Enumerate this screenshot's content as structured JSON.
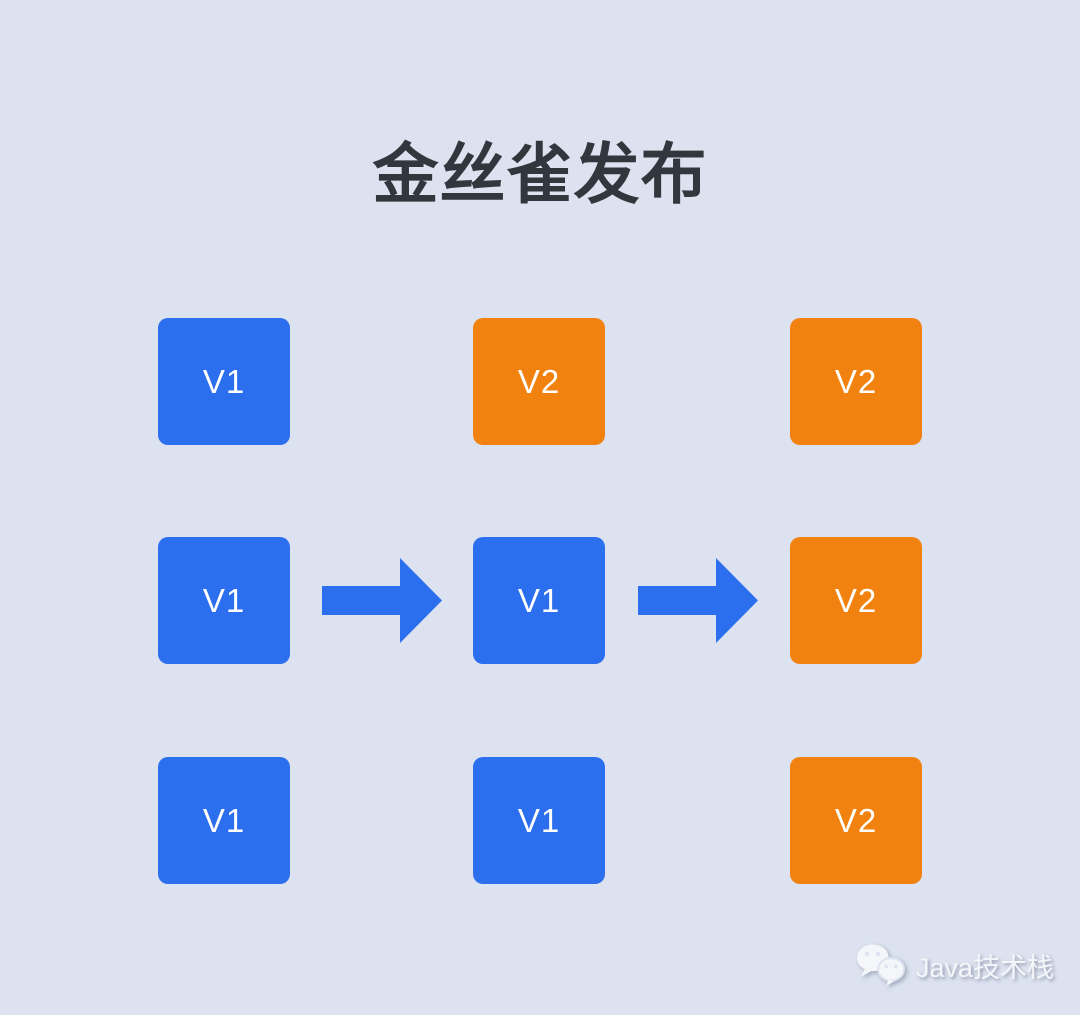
{
  "diagram": {
    "title": "金丝雀发布",
    "rows": [
      {
        "cells": [
          {
            "label": "V1",
            "version": "v1"
          },
          {
            "label": "V2",
            "version": "v2"
          },
          {
            "label": "V2",
            "version": "v2"
          }
        ]
      },
      {
        "cells": [
          {
            "label": "V1",
            "version": "v1"
          },
          {
            "label": "V1",
            "version": "v1"
          },
          {
            "label": "V2",
            "version": "v2"
          }
        ],
        "arrows": [
          "right-arrow",
          "right-arrow"
        ]
      },
      {
        "cells": [
          {
            "label": "V1",
            "version": "v1"
          },
          {
            "label": "V1",
            "version": "v1"
          },
          {
            "label": "V2",
            "version": "v2"
          }
        ]
      }
    ]
  },
  "colors": {
    "background": "#dce2ef",
    "v1_blue": "#2b6eee",
    "v2_orange": "#f28210",
    "arrow_blue": "#2b6eee",
    "title_text": "#32363d",
    "node_text": "#ffffff",
    "watermark_text": "#f4f6fa"
  },
  "watermark": {
    "icon": "wechat-icon",
    "label": "Java技术栈"
  }
}
